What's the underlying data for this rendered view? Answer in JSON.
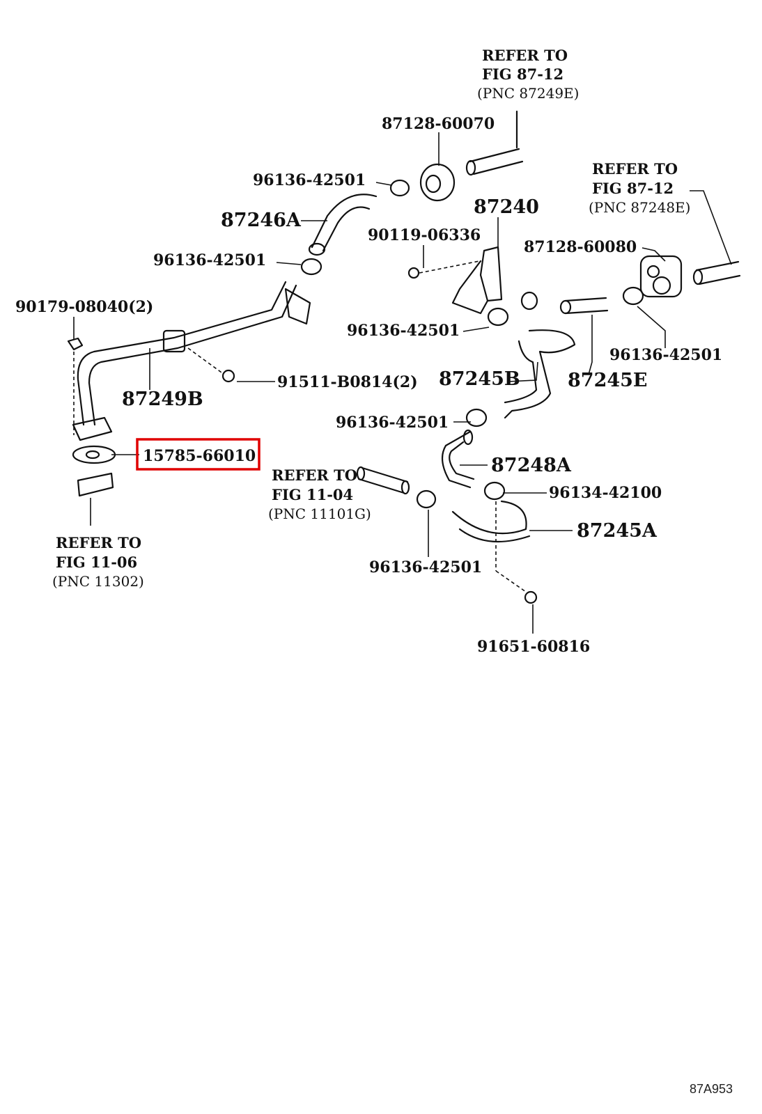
{
  "diagram": {
    "labels": {
      "p1": "87128-60070",
      "p2": "96136-42501",
      "p3": "87246A",
      "p4": "96136-42501",
      "p5": "90179-08040(2)",
      "p6": "87249B",
      "p7": "91511-B0814(2)",
      "p8": "15785-66010",
      "p9": "87240",
      "p10": "90119-06336",
      "p11": "87128-60080",
      "p12": "96136-42501",
      "p13": "96136-42501",
      "p14": "87245B",
      "p15": "87245E",
      "p16": "96136-42501",
      "p17": "87248A",
      "p18": "96134-42100",
      "p19": "87245A",
      "p20": "96136-42501",
      "p21": "91651-60816"
    },
    "refs": [
      {
        "line1": "REFER  TO",
        "line2": "FIG  87-12",
        "line3": "(PNC 87249E)"
      },
      {
        "line1": "REFER  TO",
        "line2": "FIG  87-12",
        "line3": "(PNC 87248E)"
      },
      {
        "line1": "REFER  TO",
        "line2": "FIG  11-04",
        "line3": "(PNC 11101G)"
      },
      {
        "line1": "REFER  TO",
        "line2": "FIG  11-06",
        "line3": "(PNC 11302)"
      }
    ],
    "highlighted_part": "15785-66010",
    "highlight_color": "#e00000",
    "figure_code": "87A953"
  }
}
